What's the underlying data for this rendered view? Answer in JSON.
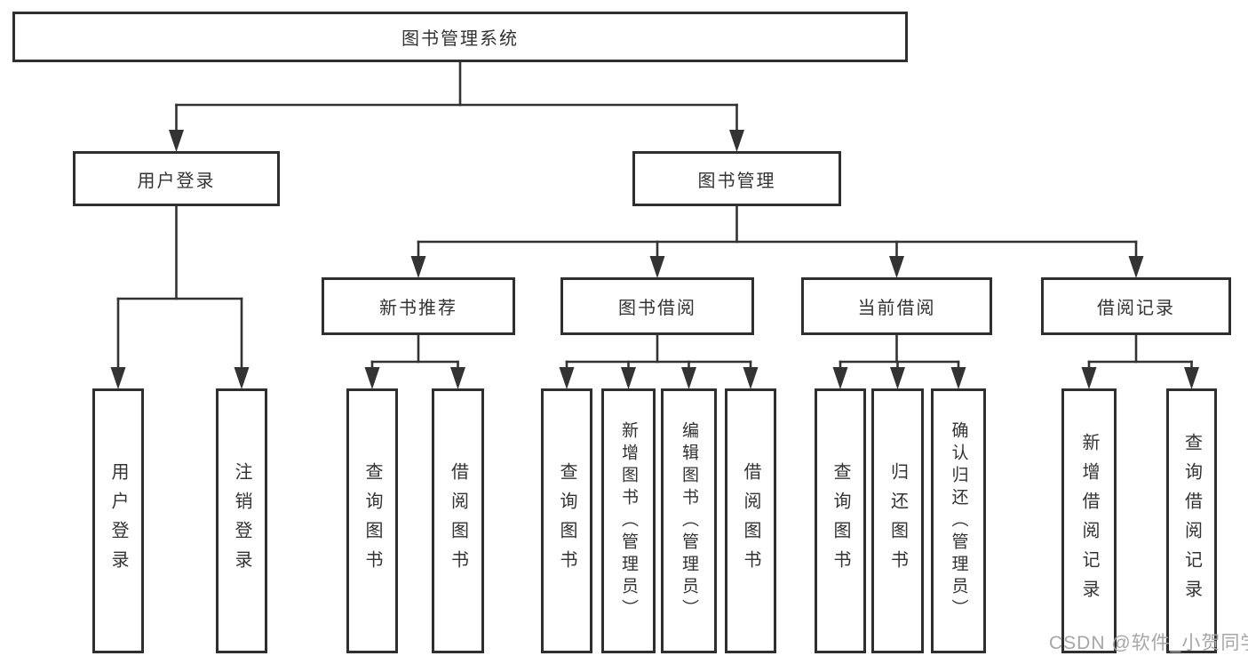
{
  "diagram": {
    "tree": {
      "id": "root",
      "label": "图书管理系统",
      "children": [
        {
          "id": "user-login",
          "label": "用户登录",
          "children": [
            {
              "id": "user-login-leaf",
              "label": "用户登录"
            },
            {
              "id": "logout",
              "label": "注销登录"
            }
          ]
        },
        {
          "id": "book-management",
          "label": "图书管理",
          "children": [
            {
              "id": "new-book-recommend",
              "label": "新书推荐",
              "children": [
                {
                  "id": "query-books-1",
                  "label": "查询图书"
                },
                {
                  "id": "borrow-books-1",
                  "label": "借阅图书"
                }
              ]
            },
            {
              "id": "book-borrowing",
              "label": "图书借阅",
              "children": [
                {
                  "id": "query-books-2",
                  "label": "查询图书"
                },
                {
                  "id": "add-books",
                  "label": "新增图书（管理员）"
                },
                {
                  "id": "edit-books",
                  "label": "编辑图书（管理员）"
                },
                {
                  "id": "borrow-books-2",
                  "label": "借阅图书"
                }
              ]
            },
            {
              "id": "current-borrowing",
              "label": "当前借阅",
              "children": [
                {
                  "id": "query-books-3",
                  "label": "查询图书"
                },
                {
                  "id": "return-books",
                  "label": "归还图书"
                },
                {
                  "id": "confirm-return",
                  "label": "确认归还（管理员）"
                }
              ]
            },
            {
              "id": "borrow-records",
              "label": "借阅记录",
              "children": [
                {
                  "id": "add-borrow-record",
                  "label": "新增借阅记录"
                },
                {
                  "id": "query-borrow-record",
                  "label": "查询借阅记录"
                }
              ]
            }
          ]
        }
      ]
    }
  },
  "watermark": {
    "text": "CSDN @软件_小贺同学"
  },
  "colors": {
    "background": "#ffffff",
    "line": "#333333",
    "border": "#2f2f2f",
    "text": "#333333",
    "watermark": "#a8a5a5"
  }
}
